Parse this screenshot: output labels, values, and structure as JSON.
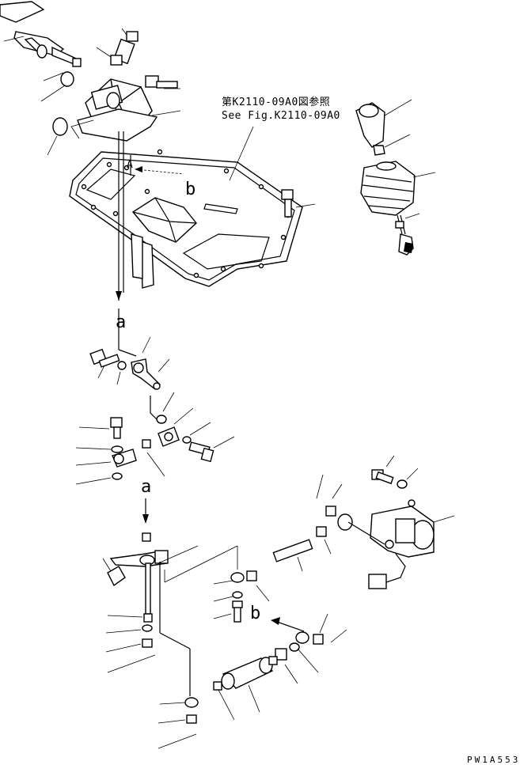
{
  "reference": {
    "line1": "第K2110-09A0図参照",
    "line2": "See Fig.K2110-09A0"
  },
  "view_marks": {
    "a_top": "a",
    "a_mid": "a",
    "a_small": "A",
    "b_top": "b",
    "b_bottom": "b"
  },
  "drawing_code": "PW1A553"
}
